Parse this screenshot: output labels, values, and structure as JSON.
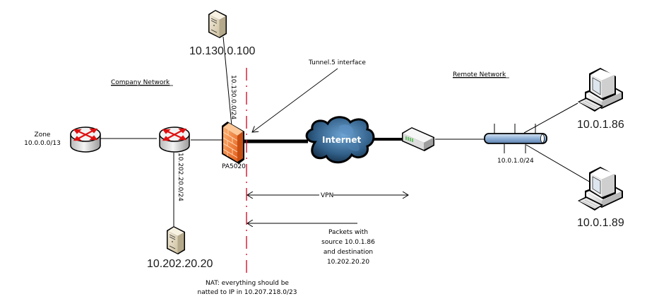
{
  "diagram": {
    "title": "VPN / NAT network topology",
    "sections": {
      "company_network": "Company Network",
      "remote_network": "Remote Network"
    },
    "nodes": {
      "zone_router": {
        "label_line1": "Zone",
        "label_line2": "10.0.0.0/13",
        "icon": "router-icon"
      },
      "core_router": {
        "icon": "router-icon"
      },
      "firewall": {
        "label": "PA5020",
        "icon": "firewall-icon"
      },
      "server_top": {
        "label": "10.130.0.100",
        "icon": "server-icon"
      },
      "server_bottom": {
        "label": "10.202.20.20",
        "icon": "server-icon"
      },
      "internet": {
        "label": "Internet",
        "icon": "cloud-icon"
      },
      "vpn_gateway": {
        "icon": "vpn-gateway-icon"
      },
      "remote_bus": {
        "label": "10.0.1.0/24",
        "icon": "ethernet-bus-icon"
      },
      "pc_top": {
        "label": "10.0.1.86",
        "icon": "workstation-icon"
      },
      "pc_bottom": {
        "label": "10.0.1.89",
        "icon": "workstation-icon"
      }
    },
    "links": {
      "top_subnet": "10.130.0.0/24",
      "bottom_subnet": "10.202.20.0/24"
    },
    "annotations": {
      "tunnel": "Tunnel.5 interface",
      "vpn": "VPN",
      "packets": [
        "Packets with",
        "source 10.0.1.86",
        "and destination",
        "10.202.20.20"
      ],
      "nat": [
        "NAT: everything should be",
        "natted to IP in 10.207.218.0/23"
      ]
    },
    "colors": {
      "boundary_line": "#d0021b",
      "firewall": "#f07d3a",
      "cloud": "#2f5f87",
      "bus": "#a9c3e0",
      "router_arrow": "#e01010"
    }
  }
}
